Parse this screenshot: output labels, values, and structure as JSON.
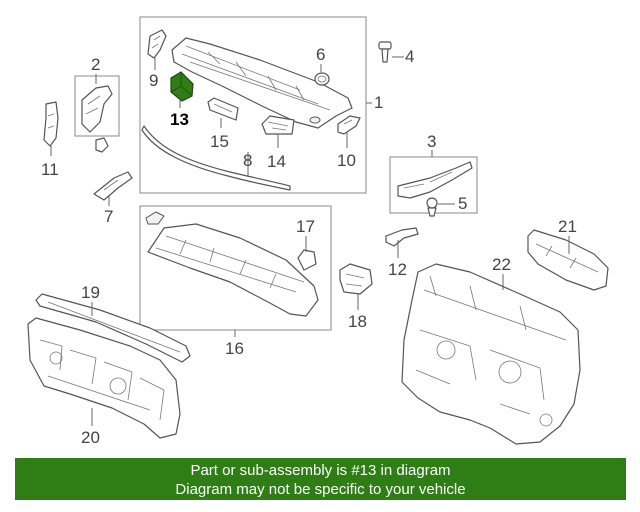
{
  "colors": {
    "highlight": "#2e7d15",
    "banner_bg": "#2e7d15",
    "banner_text": "#ffffff",
    "line": "#555555"
  },
  "callouts": {
    "c1": "1",
    "c2": "2",
    "c3": "3",
    "c4": "4",
    "c5": "5",
    "c6": "6",
    "c7": "7",
    "c8": "8",
    "c9": "9",
    "c10": "10",
    "c11": "11",
    "c12": "12",
    "c13": "13",
    "c14": "14",
    "c15": "15",
    "c16": "16",
    "c17": "17",
    "c18": "18",
    "c19": "19",
    "c20": "20",
    "c21": "21",
    "c22": "22"
  },
  "highlighted_part": "13",
  "banner": {
    "line1": "Part or sub-assembly is #13 in diagram",
    "line2": "Diagram may not be specific to your vehicle"
  }
}
